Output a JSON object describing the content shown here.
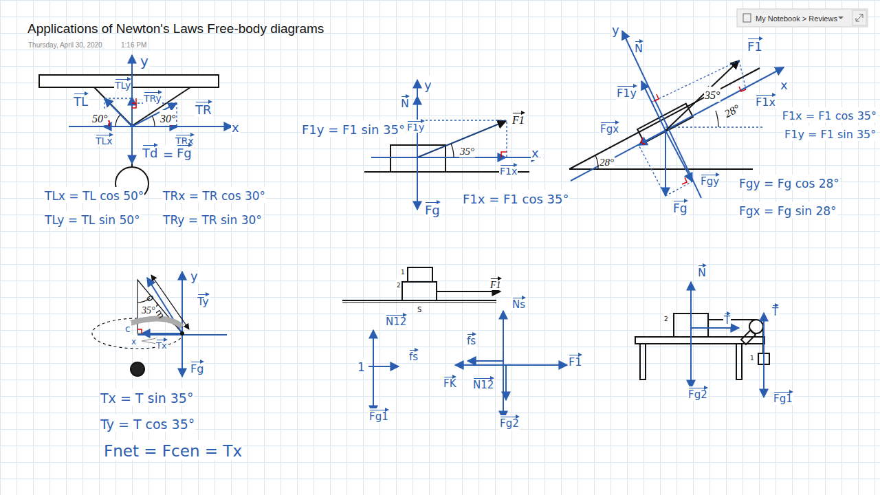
{
  "diagram": {
    "title": "Applications of Newton's Laws Free-body diagrams",
    "labels": [
      "Thursday, April 30, 2020",
      "1:16 PM",
      "My Notebook > Reviews",
      "y",
      "TL",
      "TLy",
      "TRy",
      "TR",
      "50°",
      "30°",
      "x",
      "TLx",
      "TRx",
      "Td",
      "=",
      "Fg",
      "TLx = TL cos 50°",
      "TLy = TL sin 50°",
      "TRx = TR cos 30°",
      "TRy = TR sin 30°",
      "y",
      "N",
      "F1y",
      "F1y = F1 sin 35°",
      "F1",
      "35°",
      "x",
      "F1x",
      "F1x = F1 cos 35°",
      "Fg",
      "y",
      "N",
      "F1",
      "F1y",
      "35°",
      "x",
      "F1x",
      "28°",
      "F1x = F1 cos 35°",
      "F1y = F1 sin 35°",
      "Fgx",
      "28°",
      "Fgy",
      "Fgy = Fg cos 28°",
      "Fgx = Fg sin 28°",
      "Fg",
      "y",
      "0.2 m",
      "35°",
      "Ty",
      "c",
      "x",
      "Tx",
      "Fg",
      "Tx = T sin 35°",
      "Ty = T cos 35°",
      "Fnet = Fcen = Tx",
      "1",
      "2",
      "F1",
      "S",
      "N12",
      "1",
      "fs",
      "Fg1",
      "Ns",
      "fs",
      "FK",
      "N12",
      "F1",
      "Fg2",
      "N",
      "2",
      "T",
      "T",
      "1",
      "Fg2",
      "Fg1"
    ]
  }
}
